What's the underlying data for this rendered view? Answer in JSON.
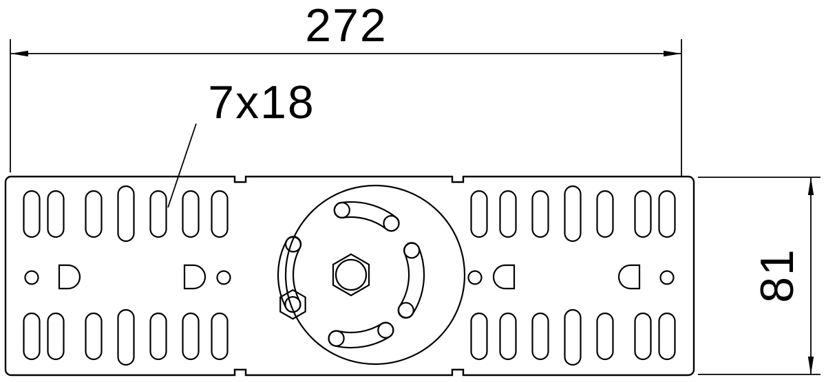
{
  "drawing": {
    "type": "technical-dimension-drawing",
    "subject": "perforated adjustable angle connector plate"
  },
  "labels": {
    "length_dimension": "272",
    "height_dimension": "81",
    "slot_size": "7x18"
  },
  "colors": {
    "line": "#000000",
    "background": "#ffffff"
  }
}
